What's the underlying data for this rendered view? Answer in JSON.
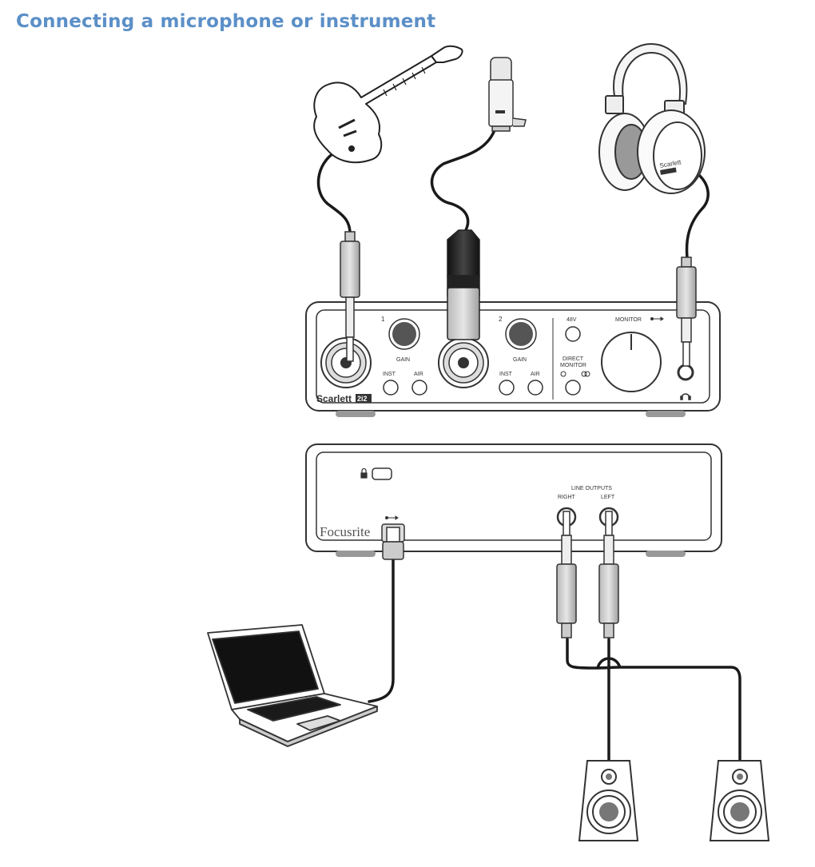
{
  "title": "Connecting a microphone or instrument",
  "accent_color": "#5b8fc7",
  "front_panel": {
    "brand": "Scarlett",
    "model_badge": "2i2",
    "input1_number": "1",
    "input2_number": "2",
    "gain_label": "GAIN",
    "inst_label": "INST",
    "air_label": "AIR",
    "phantom_label": "48V",
    "direct_monitor_label_1": "DIRECT",
    "direct_monitor_label_2": "MONITOR",
    "monitor_label": "MONITOR"
  },
  "rear_panel": {
    "brand": "Focusrite",
    "line_outputs_label": "LINE OUTPUTS",
    "right_label": "RIGHT",
    "left_label": "LEFT"
  },
  "icons": [
    "guitar-icon",
    "microphone-icon",
    "headphones-icon",
    "usb-icon",
    "lock-icon",
    "laptop-icon",
    "speaker-icon",
    "headphone-jack-icon"
  ]
}
